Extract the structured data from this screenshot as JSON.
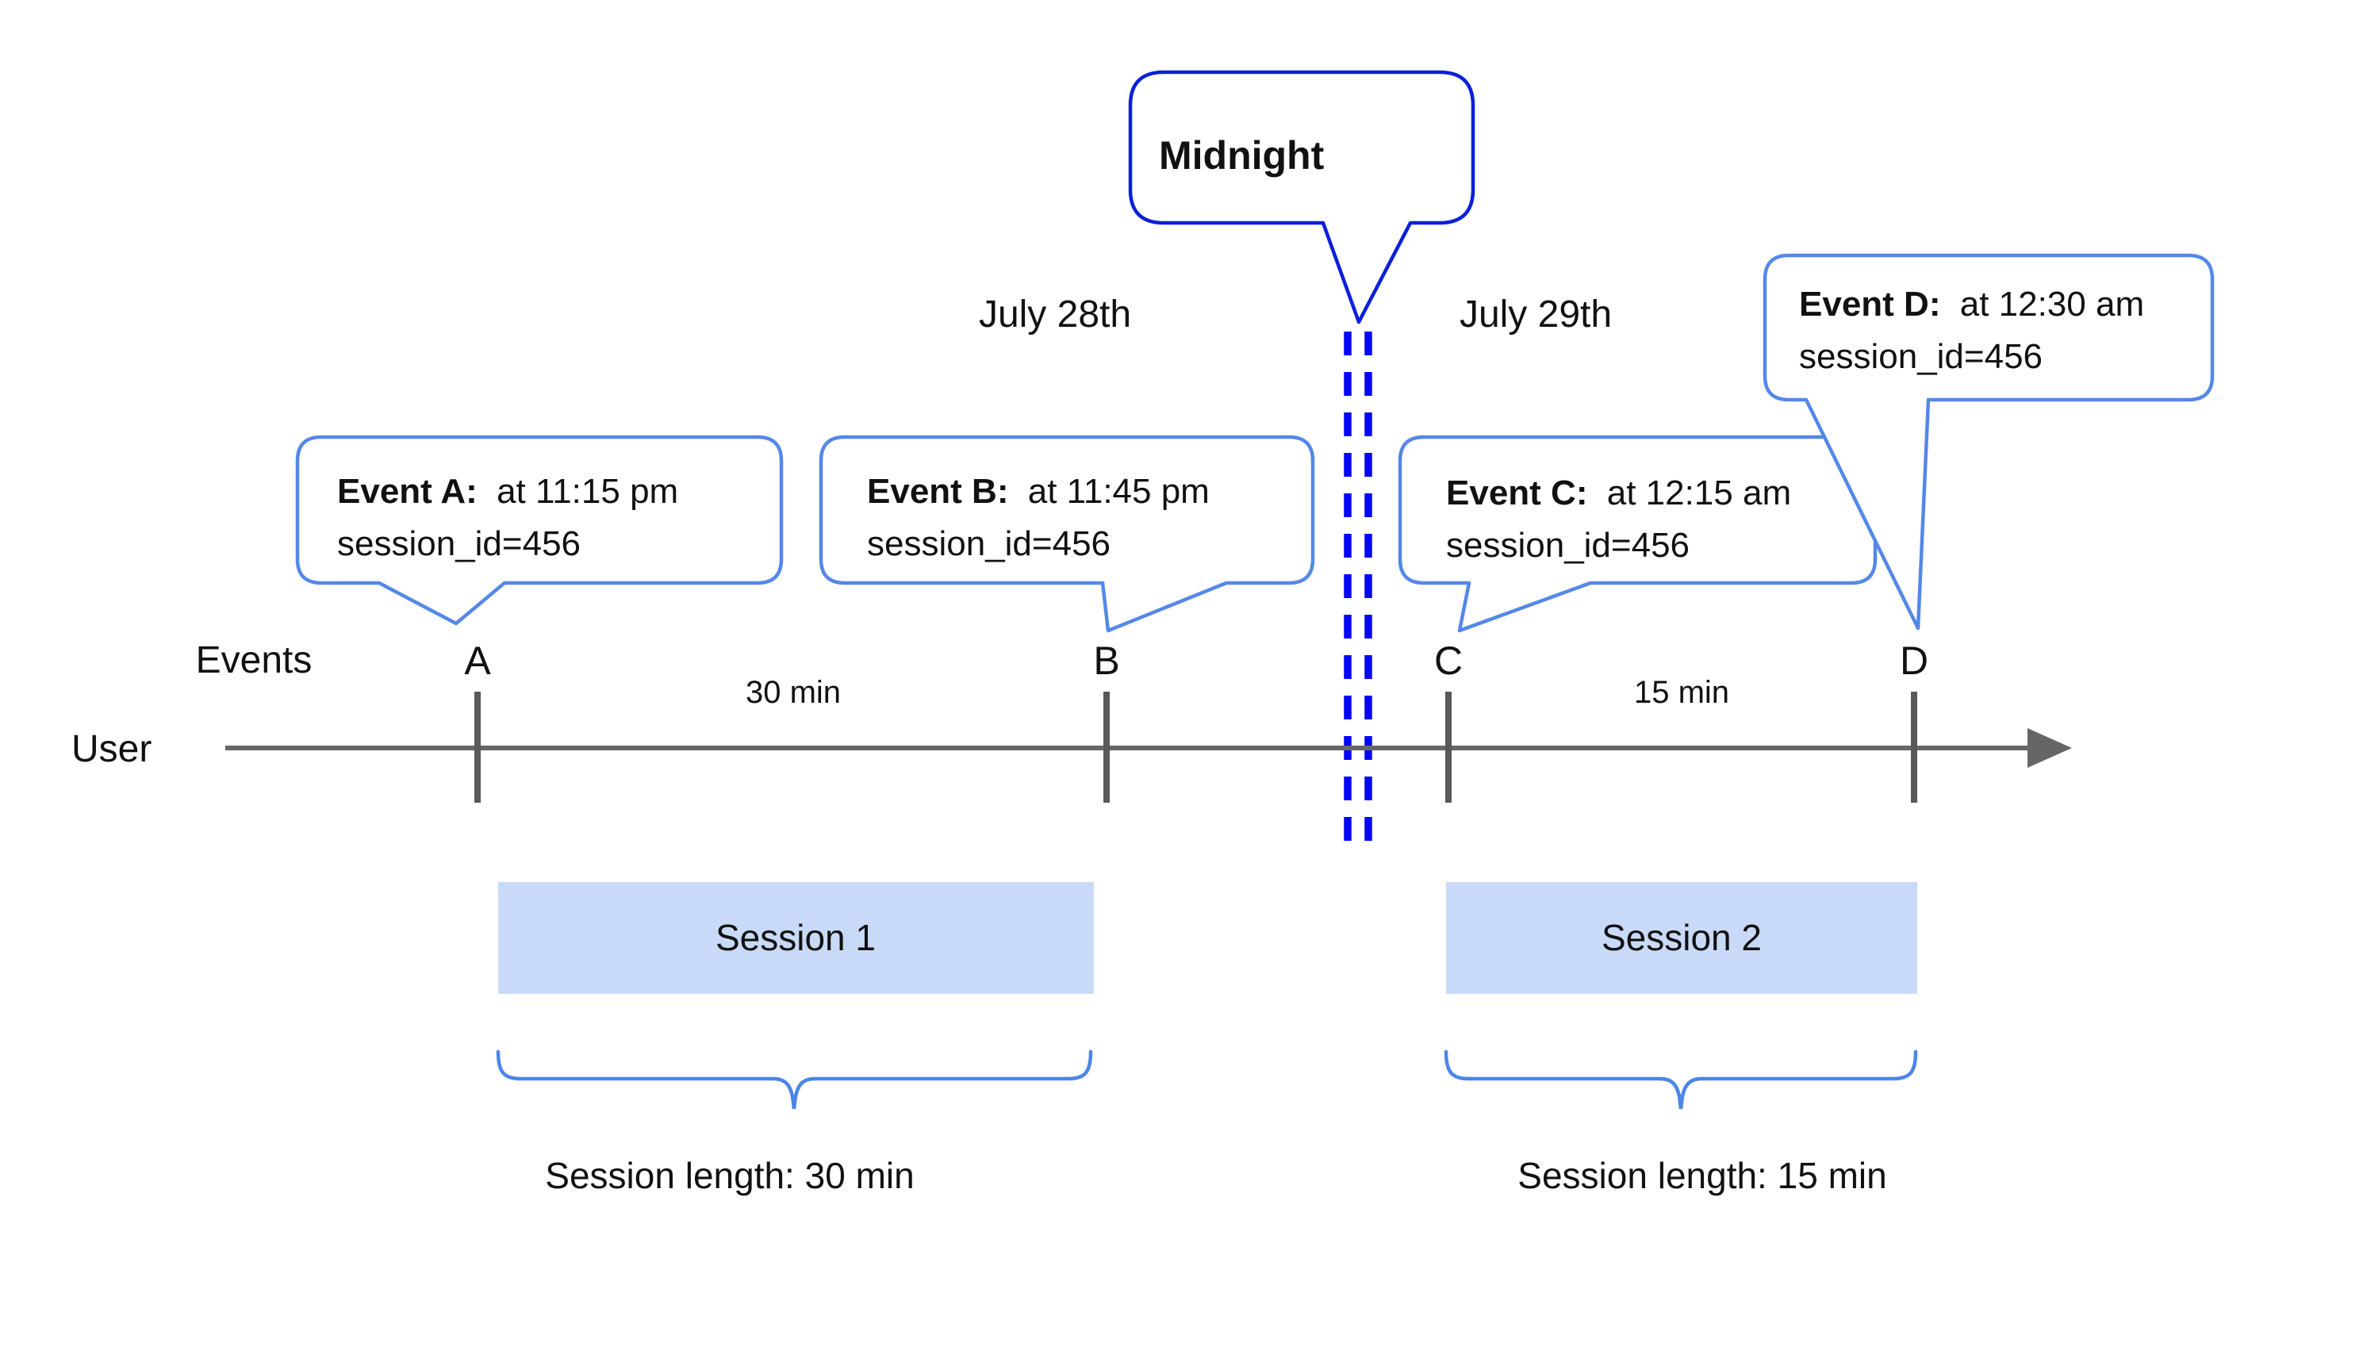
{
  "midnight": {
    "label": "Midnight"
  },
  "dates": {
    "left": "July 28th",
    "right": "July 29th"
  },
  "axis_labels": {
    "events": "Events",
    "user": "User"
  },
  "events": [
    {
      "id": "A",
      "title": "Event A:",
      "detail": "at 11:15 pm",
      "session_id": "session_id=456"
    },
    {
      "id": "B",
      "title": "Event B:",
      "detail": "at 11:45 pm",
      "session_id": "session_id=456"
    },
    {
      "id": "C",
      "title": "Event C:",
      "detail": "at 12:15 am",
      "session_id": "session_id=456"
    },
    {
      "id": "D",
      "title": "Event D:",
      "detail": "at 12:30 am",
      "session_id": "session_id=456"
    }
  ],
  "gaps": {
    "first": "30 min",
    "second": "15 min"
  },
  "sessions": [
    {
      "label": "Session 1",
      "length": "Session length: 30 min"
    },
    {
      "label": "Session 2",
      "length": "Session length: 15 min"
    }
  ],
  "colors": {
    "midnight_border": "#0b1fd9",
    "dashed_line": "#0404fa",
    "callout_border": "#5488e8",
    "brace": "#4a86e8",
    "session_fill": "#c9daf8",
    "axis": "#666666",
    "tick": "#595959",
    "text": "#111111"
  }
}
